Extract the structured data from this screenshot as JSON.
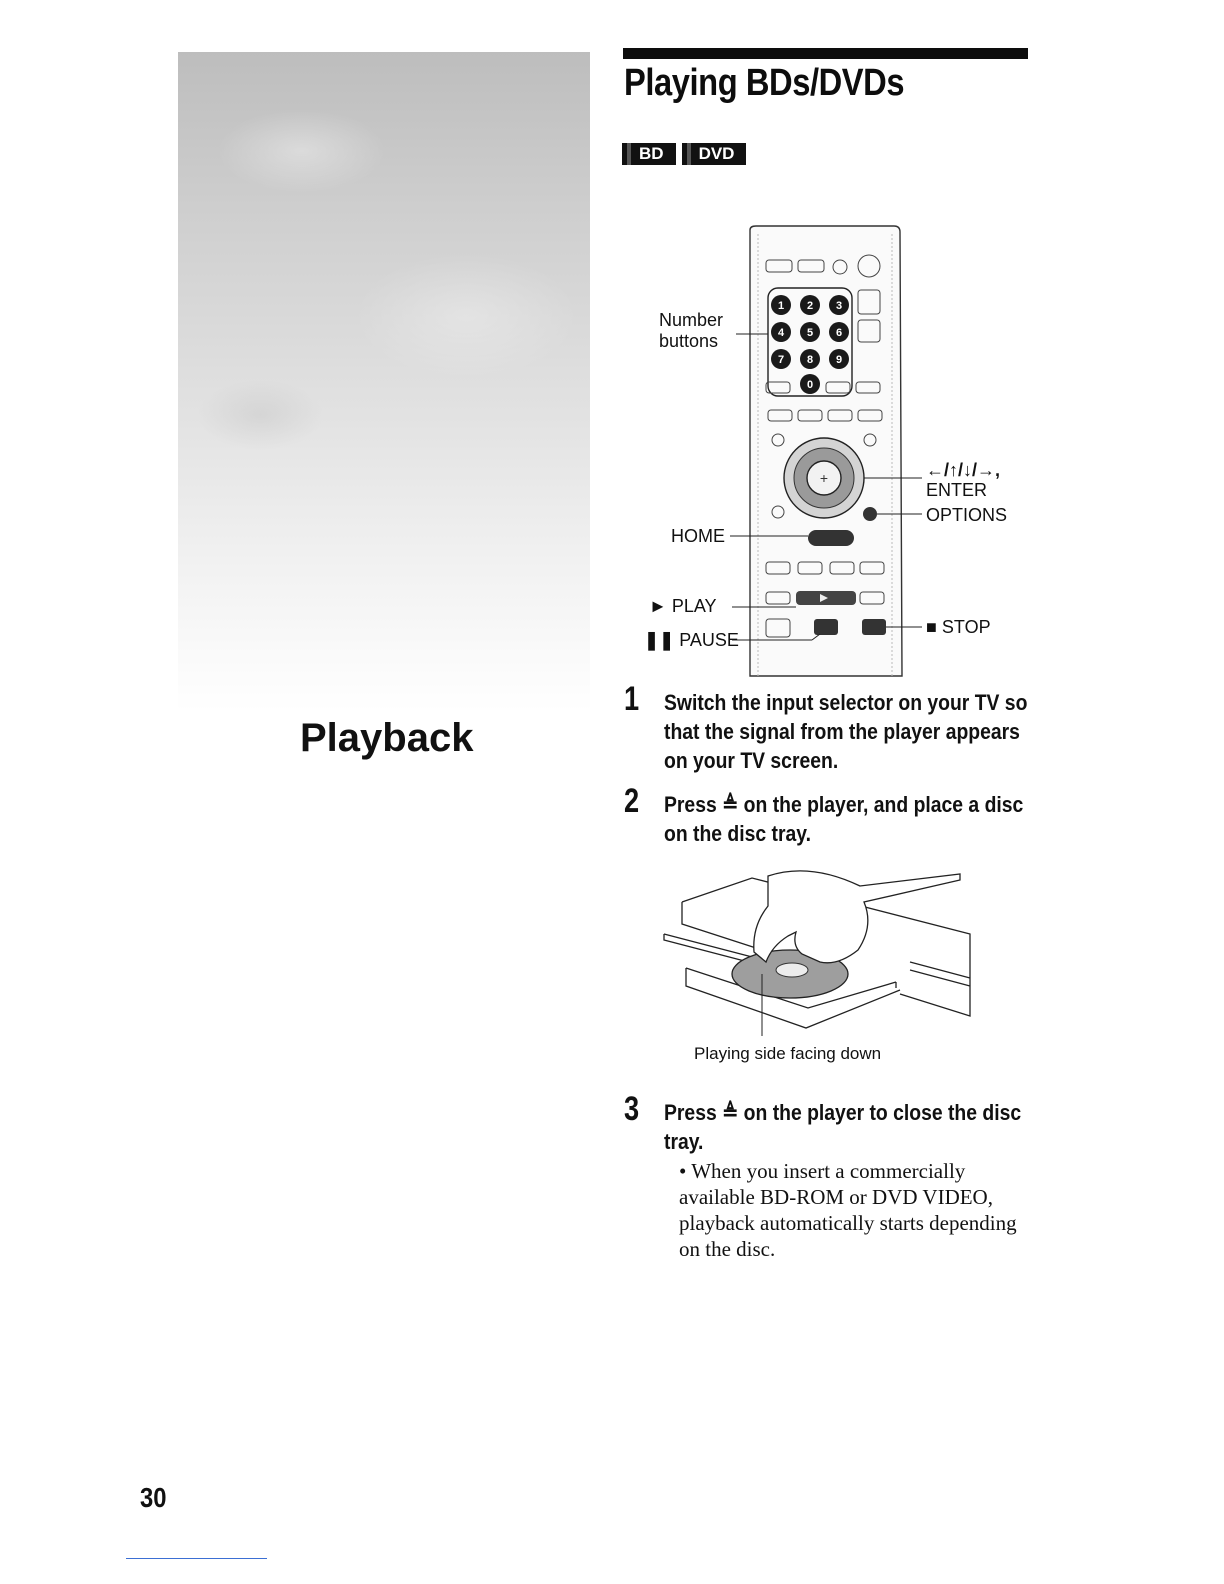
{
  "section": {
    "title": "Playback"
  },
  "heading": "Playing BDs/DVDs",
  "badges": [
    "BD",
    "DVD"
  ],
  "remote_labels": {
    "number_buttons": [
      "Number",
      "buttons"
    ],
    "home": "HOME",
    "play": "PLAY",
    "pause": "PAUSE",
    "arrows": "←/↑/↓/→,",
    "enter": "ENTER",
    "options": "OPTIONS",
    "stop": "STOP",
    "remote_keys": [
      "1",
      "2",
      "3",
      "4",
      "5",
      "6",
      "7",
      "8",
      "9",
      "0"
    ]
  },
  "steps": [
    {
      "num": "1",
      "text": "Switch the input selector on your TV so that the signal from the player appears on your TV screen."
    },
    {
      "num": "2",
      "text": "Press ≜ on the player, and place a disc on the disc tray."
    },
    {
      "num": "3",
      "text": "Press ≜ on the player to close the disc tray."
    }
  ],
  "disc_caption": "Playing side facing down",
  "note": {
    "bullet": "•",
    "text": "When you insert a commercially available BD-ROM or DVD VIDEO, playback automatically starts depending on the disc."
  },
  "page_number": "30"
}
